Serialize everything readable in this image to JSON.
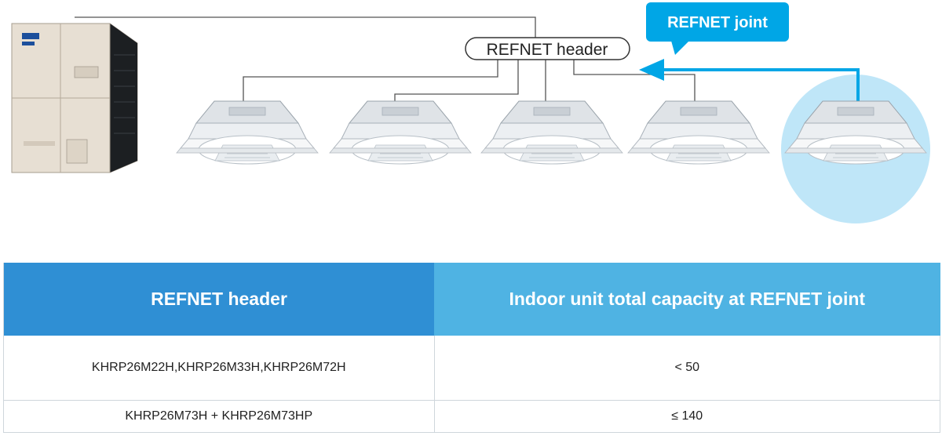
{
  "diagram": {
    "header_label": "REFNET header",
    "callout_label": "REFNET joint",
    "accent_color": "#00a6e6",
    "highlight_color": "#bfe6f8",
    "outdoor_unit": {
      "icon": "outdoor-vrv-unit-icon"
    },
    "indoor_units": [
      {
        "icon": "cassette-unit-icon"
      },
      {
        "icon": "cassette-unit-icon"
      },
      {
        "icon": "cassette-unit-icon"
      },
      {
        "icon": "cassette-unit-icon"
      },
      {
        "icon": "cassette-unit-icon",
        "highlighted": true
      }
    ]
  },
  "table": {
    "headers": [
      "REFNET header",
      "Indoor unit total capacity at REFNET joint"
    ],
    "header_colors": [
      "#2f8fd4",
      "#4fb3e3"
    ],
    "rows": [
      [
        "KHRP26M22H,KHRP26M33H,KHRP26M72H",
        "< 50"
      ],
      [
        "KHRP26M73H + KHRP26M73HP",
        "≤ 140"
      ]
    ]
  }
}
